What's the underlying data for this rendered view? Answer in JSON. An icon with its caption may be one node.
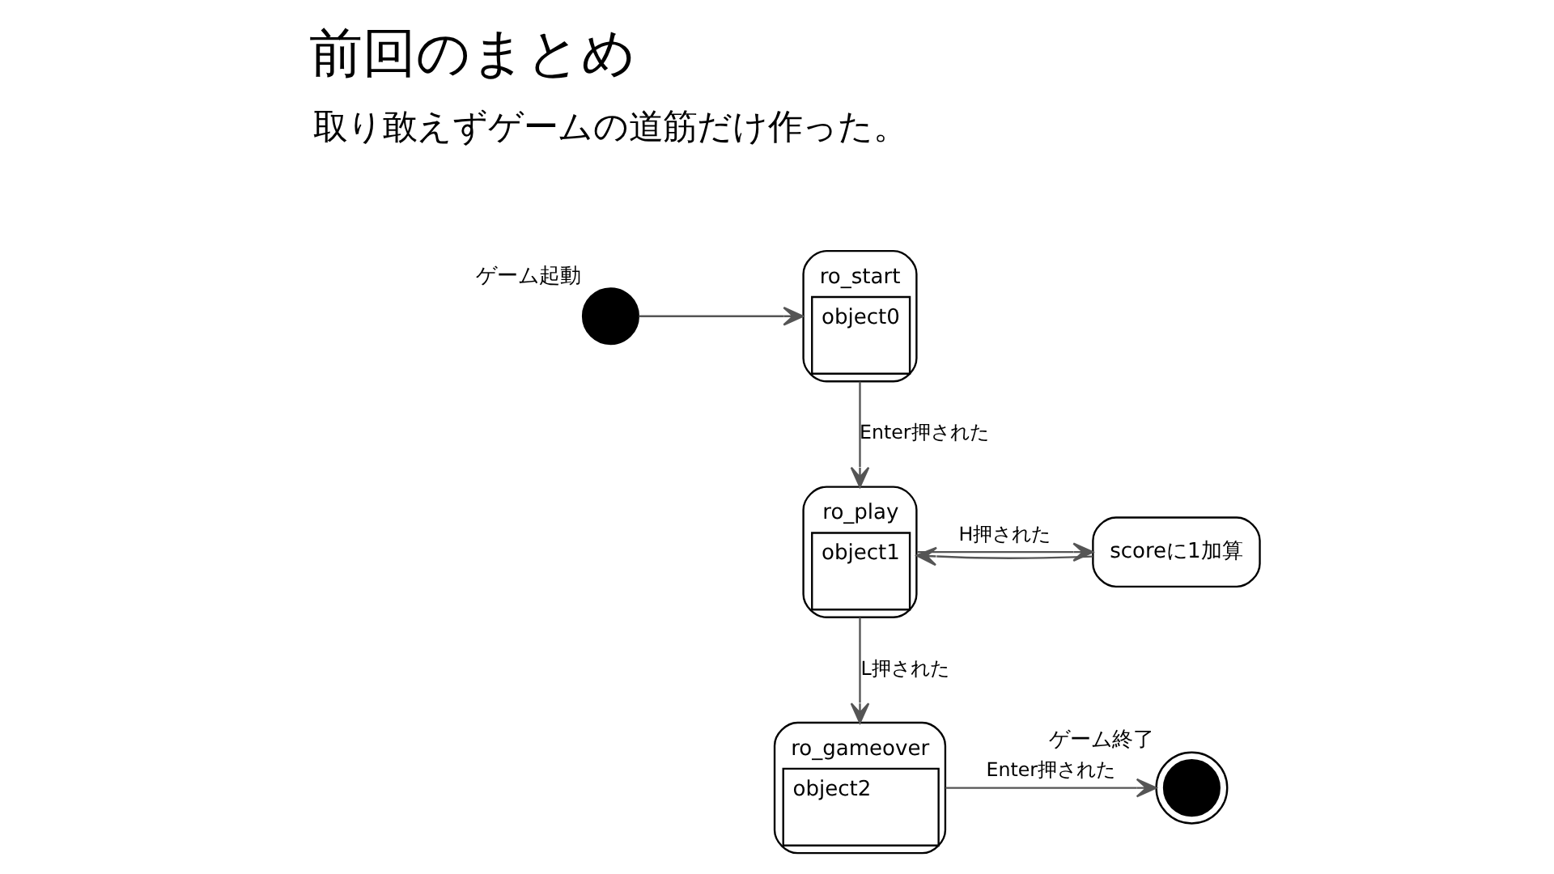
{
  "diagram": {
    "title": "前回のまとめ",
    "nodes": [
      {
        "text": [],
        "shape": "circle",
        "beside": [
          "ゲーム起動"
        ]
      },
      {
        "text": [
          "ro_start",
          "object0"
        ]
      },
      {
        "text": [
          "ro_play",
          "object1"
        ]
      },
      {
        "text": [
          "scoreに1加算"
        ]
      },
      {
        "text": [
          "ro_gameover",
          "object2"
        ]
      },
      {
        "text": [],
        "shape": "circle",
        "beside": [
          "ゲーム終了"
        ]
      }
    ],
    "edges": [
      {
        "from": 0,
        "to": 1,
        "arrow": "to"
      },
      {
        "from": 1,
        "to": 2,
        "arrow": "to",
        "label": "Enter押された"
      },
      {
        "from": 2,
        "to": 3,
        "arrow": "to",
        "label": "H押された"
      },
      {
        "from": 3,
        "to": 2,
        "arrow": "to"
      },
      {
        "from": 2,
        "to": 4,
        "arrow": "to",
        "label": "L押された"
      },
      {
        "from": 4,
        "to": 5,
        "arrow": "to",
        "label": "Enter押された"
      }
    ],
    "labels": [
      "取り敢えずゲームの道筋だけ作った。"
    ]
  }
}
